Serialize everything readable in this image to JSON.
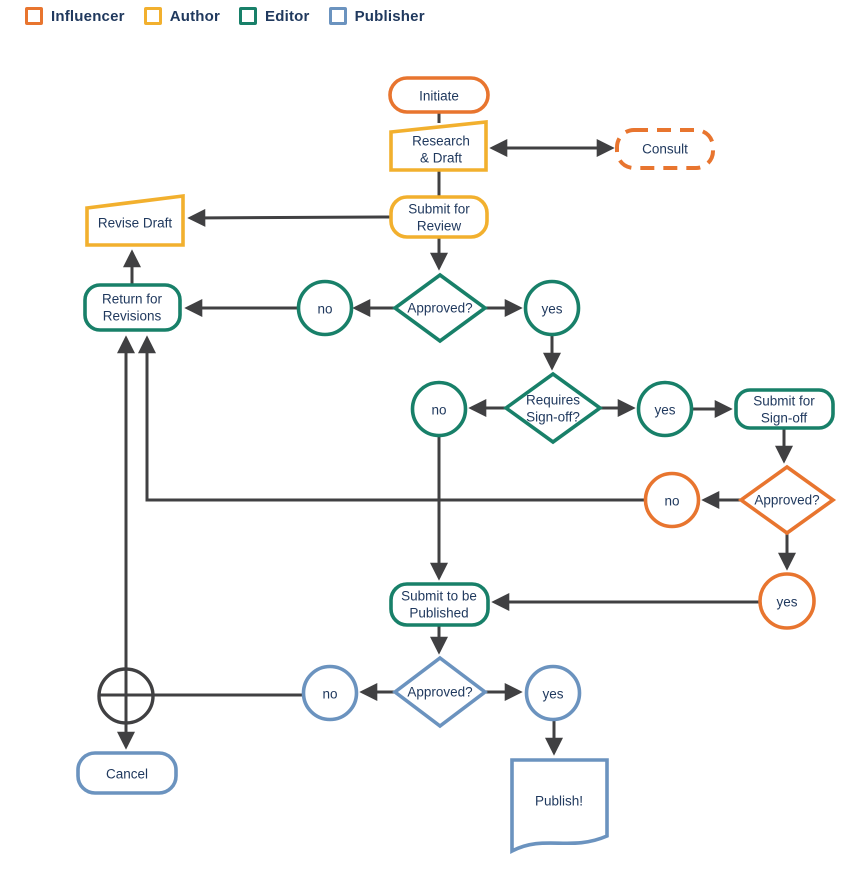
{
  "legend": {
    "items": [
      {
        "label": "Influencer",
        "color": "#E8752F"
      },
      {
        "label": "Author",
        "color": "#F2B02E"
      },
      {
        "label": "Editor",
        "color": "#188069"
      },
      {
        "label": "Publisher",
        "color": "#6B93BF"
      }
    ]
  },
  "colors": {
    "influencer": "#E8752F",
    "author": "#F2B02E",
    "editor": "#188069",
    "publisher": "#6B93BF",
    "connector": "#404042",
    "text": "#20395E",
    "background": "#FFFFFF"
  },
  "nodes": {
    "initiate": {
      "label": "Initiate",
      "role": "influencer",
      "shape": "rounded-rect"
    },
    "research_draft": {
      "lines": [
        "Research",
        "& Draft"
      ],
      "role": "author",
      "shape": "manual-input"
    },
    "consult": {
      "label": "Consult",
      "role": "influencer",
      "shape": "dashed-rounded-rect"
    },
    "submit_review": {
      "lines": [
        "Submit for",
        "Review"
      ],
      "role": "author",
      "shape": "rounded-rect"
    },
    "revise_draft": {
      "label": "Revise Draft",
      "role": "author",
      "shape": "manual-input"
    },
    "return_revisions": {
      "lines": [
        "Return for",
        "Revisions"
      ],
      "role": "editor",
      "shape": "rounded-rect"
    },
    "approved_review": {
      "label": "Approved?",
      "role": "editor",
      "shape": "diamond"
    },
    "no_review": {
      "label": "no",
      "role": "editor",
      "shape": "circle"
    },
    "yes_review": {
      "label": "yes",
      "role": "editor",
      "shape": "circle"
    },
    "requires_signoff": {
      "lines": [
        "Requires",
        "Sign-off?"
      ],
      "role": "editor",
      "shape": "diamond"
    },
    "no_signoff": {
      "label": "no",
      "role": "editor",
      "shape": "circle"
    },
    "yes_signoff": {
      "label": "yes",
      "role": "editor",
      "shape": "circle"
    },
    "submit_signoff": {
      "lines": [
        "Submit for",
        "Sign-off"
      ],
      "role": "editor",
      "shape": "rounded-rect"
    },
    "approved_signoff": {
      "label": "Approved?",
      "role": "influencer",
      "shape": "diamond"
    },
    "no_signoff_appr": {
      "label": "no",
      "role": "influencer",
      "shape": "circle"
    },
    "yes_signoff_appr": {
      "label": "yes",
      "role": "influencer",
      "shape": "circle"
    },
    "submit_published": {
      "lines": [
        "Submit to be",
        "Published"
      ],
      "role": "editor",
      "shape": "rounded-rect"
    },
    "approved_publish": {
      "label": "Approved?",
      "role": "publisher",
      "shape": "diamond"
    },
    "no_publish": {
      "label": "no",
      "role": "publisher",
      "shape": "circle"
    },
    "yes_publish": {
      "label": "yes",
      "role": "publisher",
      "shape": "circle"
    },
    "junction": {
      "label": "",
      "role": "connector",
      "shape": "junction-circle"
    },
    "cancel": {
      "label": "Cancel",
      "role": "publisher",
      "shape": "rounded-rect"
    },
    "publish": {
      "label": "Publish!",
      "role": "publisher",
      "shape": "document"
    }
  }
}
